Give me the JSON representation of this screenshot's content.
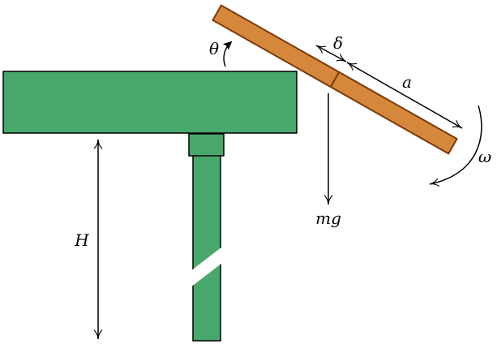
{
  "labels": {
    "theta": "θ",
    "delta": "δ",
    "a": "a",
    "omega": "ω",
    "mg": "mg",
    "H": "H"
  },
  "colors": {
    "table_fill": "#48a86b",
    "table_stroke": "#000000",
    "board_fill": "#d5883b",
    "board_stroke": "#7a3a0a",
    "line": "#000000",
    "background": "#ffffff"
  }
}
